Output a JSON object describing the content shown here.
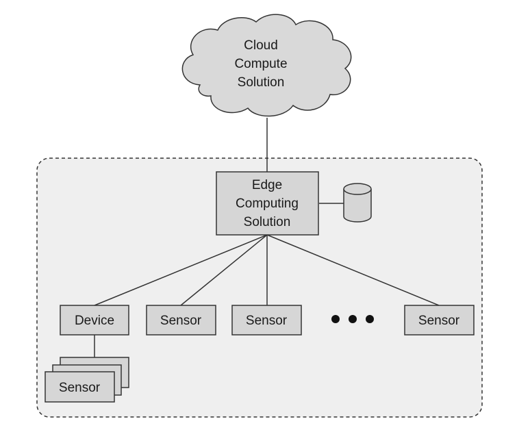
{
  "cloud": {
    "lines": [
      "Cloud",
      "Compute",
      "Solution"
    ]
  },
  "edge": {
    "lines": [
      "Edge",
      "Computing",
      "Solution"
    ]
  },
  "device": {
    "label": "Device"
  },
  "sensors": [
    {
      "label": "Sensor"
    },
    {
      "label": "Sensor"
    },
    {
      "label": "Sensor"
    }
  ],
  "stacked_sensor": {
    "label": "Sensor"
  },
  "colors": {
    "cloud_fill": "#d9d9d9",
    "box_fill": "#d6d6d6",
    "region_fill": "#efefef",
    "stroke": "#333333"
  }
}
